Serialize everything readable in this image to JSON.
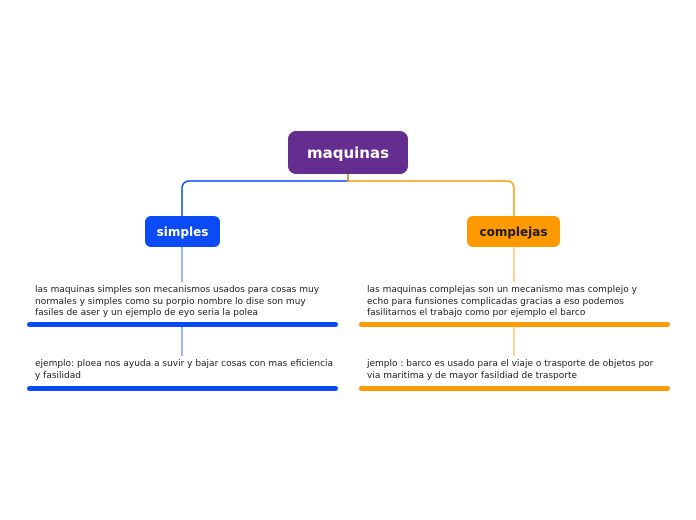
{
  "root": {
    "label": "maquinas"
  },
  "branches": [
    {
      "label": "simples",
      "color": "#0a4bf5",
      "notes": [
        "las maquinas simples son mecanismos usados para cosas muy normales y simples como su porpio nombre lo dise  son muy fasiles de aser y un ejemplo de eyo seria la polea",
        "ejemplo: ploea nos ayuda a suvir y bajar cosas con mas eficiencia y fasilidad"
      ]
    },
    {
      "label": "complejas",
      "color": "#ff9900",
      "notes": [
        "las maquinas complejas son un mecanismo mas complejo y echo para funsiones complicadas gracias a eso podemos fasilitarnos el trabajo como por ejemplo el barco",
        "jemplo : barco es usado para el viaje o trasporte de objetos por via maritima y de mayor fasildiad de trasporte"
      ]
    }
  ],
  "colors": {
    "root": "#662d91",
    "simples": "#0a4bf5",
    "complejas": "#ff9900"
  }
}
